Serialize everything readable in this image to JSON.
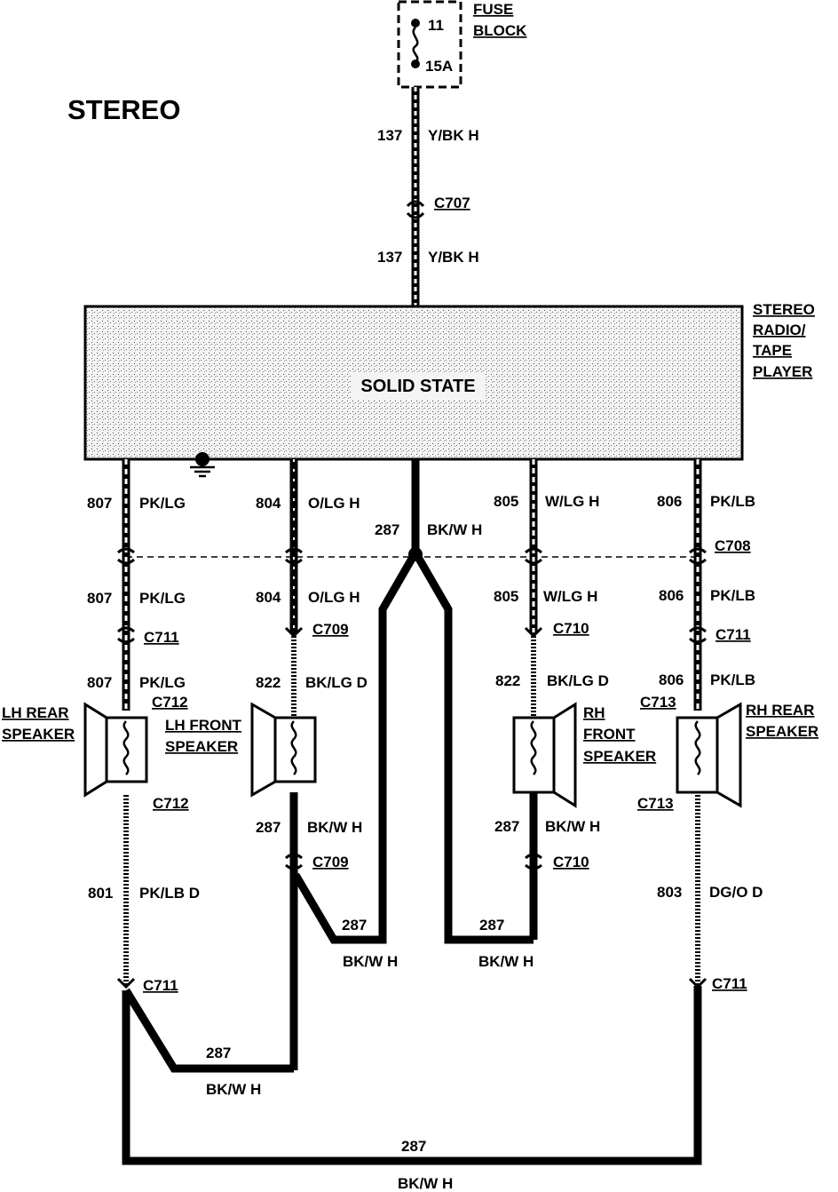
{
  "title": "STEREO",
  "fuse_block": {
    "label_line1": "FUSE",
    "label_line2": "BLOCK",
    "fuse_number": "11",
    "rating": "15A"
  },
  "unit": {
    "label_line1": "STEREO",
    "label_line2": "RADIO/",
    "label_line3": "TAPE",
    "label_line4": "PLAYER",
    "inner_text": "SOLID STATE"
  },
  "supply": {
    "circuit_upper": "137",
    "color_upper": "Y/BK H",
    "connector": "C707",
    "circuit_lower": "137",
    "color_lower": "Y/BK H"
  },
  "outputs": {
    "c807_top": "807",
    "c807_top_color": "PK/LG",
    "c804_top": "804",
    "c804_top_color": "O/LG H",
    "c287_top": "287",
    "c287_top_color": "BK/W H",
    "c805_top": "805",
    "c805_top_color": "W/LG H",
    "c806_top": "806",
    "c806_top_color": "PK/LB",
    "c708": "C708",
    "c807_mid": "807",
    "c807_mid_color": "PK/LG",
    "c804_mid": "804",
    "c804_mid_color": "O/LG H",
    "c805_mid": "805",
    "c805_mid_color": "W/LG H",
    "c806_mid": "806",
    "c806_mid_color": "PK/LB",
    "c711_left": "C711",
    "c709_top": "C709",
    "c710_top": "C710",
    "c711_right": "C711",
    "c807_low": "807",
    "c807_low_color": "PK/LG",
    "c822_left": "822",
    "c822_left_color": "BK/LG D",
    "c822_right": "822",
    "c822_right_color": "BK/LG D",
    "c806_low": "806",
    "c806_low_color": "PK/LB"
  },
  "speakers": {
    "lh_rear_1": "LH REAR",
    "lh_rear_2": "SPEAKER",
    "lh_front_1": "LH FRONT",
    "lh_front_2": "SPEAKER",
    "rh_front_1": "RH",
    "rh_front_2": "FRONT",
    "rh_front_3": "SPEAKER",
    "rh_rear_1": "RH REAR",
    "rh_rear_2": "SPEAKER",
    "c712_top": "C712",
    "c712_bottom": "C712",
    "c713_top": "C713",
    "c713_bottom": "C713"
  },
  "returns": {
    "c287_lf": "287",
    "c287_lf_color": "BK/W H",
    "c709_bottom": "C709",
    "c287_rf": "287",
    "c287_rf_color": "BK/W H",
    "c710_bottom": "C710",
    "c801": "801",
    "c801_color": "PK/LB D",
    "c803": "803",
    "c803_color": "DG/O D",
    "c287_inner_left": "287",
    "c287_inner_left_color": "BK/W H",
    "c287_inner_right": "287",
    "c287_inner_right_color": "BK/W H",
    "c711_bl": "C711",
    "c711_br": "C711",
    "c287_bottom_left": "287",
    "c287_bottom_left_color": "BK/W H",
    "c287_bottom": "287",
    "c287_bottom_color": "BK/W H"
  }
}
